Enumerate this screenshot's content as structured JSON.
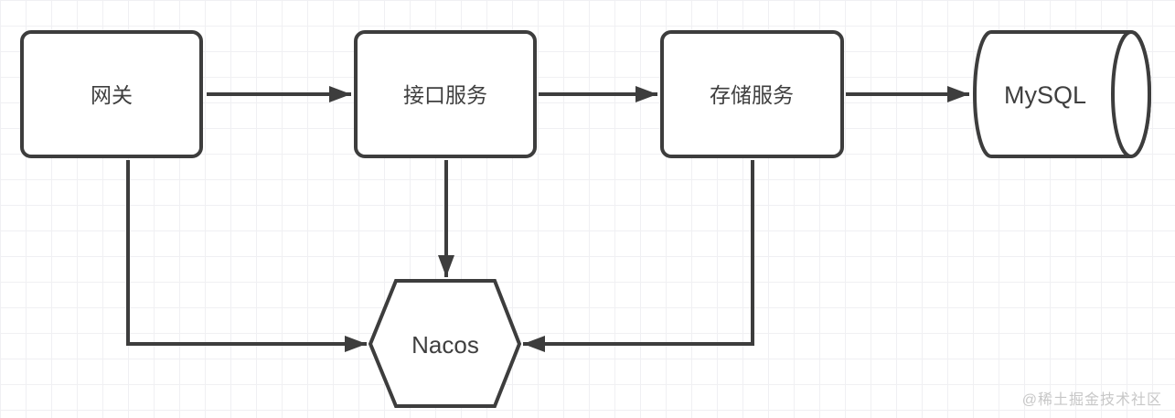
{
  "diagram": {
    "nodes": {
      "gateway": {
        "label": "网关",
        "shape": "rounded-rectangle"
      },
      "api_service": {
        "label": "接口服务",
        "shape": "rounded-rectangle"
      },
      "storage_service": {
        "label": "存储服务",
        "shape": "rounded-rectangle"
      },
      "mysql": {
        "label": "MySQL",
        "shape": "horizontal-cylinder"
      },
      "nacos": {
        "label": "Nacos",
        "shape": "hexagon"
      }
    },
    "edges": [
      {
        "from": "网关",
        "to": "接口服务"
      },
      {
        "from": "接口服务",
        "to": "存储服务"
      },
      {
        "from": "存储服务",
        "to": "MySQL"
      },
      {
        "from": "接口服务",
        "to": "Nacos"
      },
      {
        "from": "网关",
        "to": "Nacos"
      },
      {
        "from": "存储服务",
        "to": "Nacos"
      }
    ],
    "colors": {
      "stroke": "#3d3d3d",
      "node_fill": "#ffffff",
      "label": "#3f3f3f",
      "grid_line": "#f0f0f3",
      "background": "#ffffff",
      "watermark": "#c7c7c7"
    }
  },
  "watermark": {
    "text": "@稀土掘金技术社区"
  }
}
